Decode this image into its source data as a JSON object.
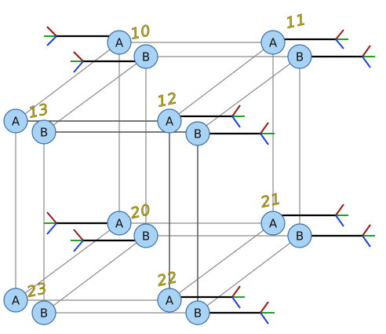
{
  "colors": {
    "node_fill": "#a8d3f4",
    "node_stroke": "#3d6fa3",
    "label_color": "#b8a610",
    "edge_color": "#8a8a8a",
    "edge_dark": "#555555",
    "bond_color": "#000000",
    "axis_green": "#1fa21f",
    "axis_red": "#9b1818",
    "axis_blue": "#1f3fe0"
  },
  "node_letters": {
    "a": "A",
    "b": "B"
  },
  "sites": [
    {
      "id": "10",
      "label": "10"
    },
    {
      "id": "11",
      "label": "11"
    },
    {
      "id": "12",
      "label": "12"
    },
    {
      "id": "13",
      "label": "13"
    },
    {
      "id": "20",
      "label": "20"
    },
    {
      "id": "21",
      "label": "21"
    },
    {
      "id": "22",
      "label": "22"
    },
    {
      "id": "23",
      "label": "23"
    }
  ]
}
